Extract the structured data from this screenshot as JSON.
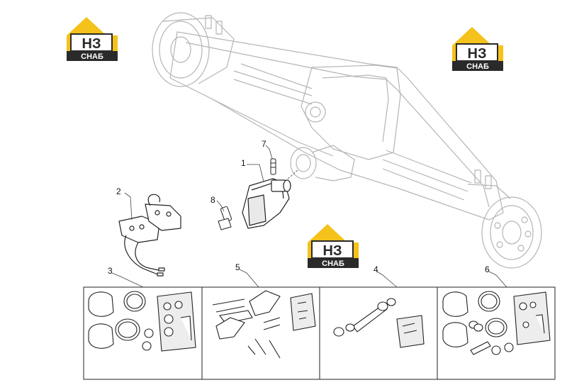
{
  "logo": {
    "mark": "НЗ",
    "caption": "СНАБ",
    "colors": {
      "yellow": "#f4c21a",
      "dark": "#2a2a2a",
      "white": "#ffffff"
    }
  },
  "callouts": {
    "c1": "1",
    "c2": "2",
    "c3": "3",
    "c4": "4",
    "c5": "5",
    "c6": "6",
    "c7": "7",
    "c8": "8"
  },
  "colors": {
    "line": "#555555",
    "ghost": "#b9b9b9",
    "ink": "#222222"
  }
}
